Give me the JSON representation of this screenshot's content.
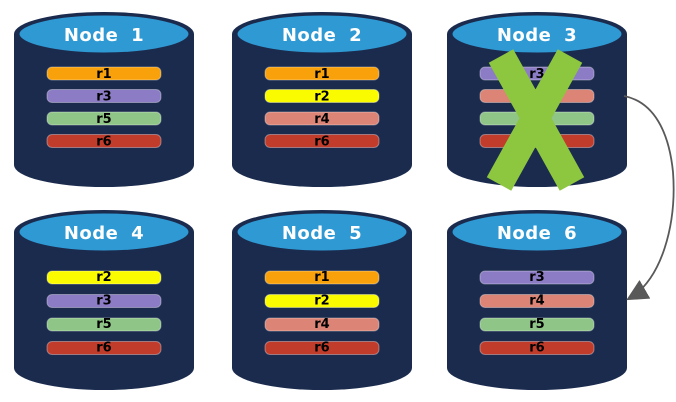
{
  "colors": {
    "background": "#FFFFFF",
    "cylinder_body": "#1B2B4E",
    "cylinder_top": "#2F99D4",
    "cylinder_top_stroke": "#1B2B4E",
    "node_title_text": "#FFFFFF",
    "bar_text": "#000000",
    "failure_x": "#8DC63F",
    "arrow": "#595959"
  },
  "partition_colors": {
    "r1": "#F9A10B",
    "r2": "#FBFB00",
    "r3": "#8C7BC5",
    "r4": "#DC8576",
    "r5": "#8FC687",
    "r6": "#C23C2B"
  },
  "nodes": [
    {
      "label": "Node 1",
      "status": "healthy",
      "partitions": [
        {
          "label": "r1",
          "color": "#F9A10B"
        },
        {
          "label": "r3",
          "color": "#8C7BC5"
        },
        {
          "label": "r5",
          "color": "#8FC687"
        },
        {
          "label": "r6",
          "color": "#C23C2B"
        }
      ]
    },
    {
      "label": "Node 2",
      "status": "healthy",
      "partitions": [
        {
          "label": "r1",
          "color": "#F9A10B"
        },
        {
          "label": "r2",
          "color": "#FBFB00"
        },
        {
          "label": "r4",
          "color": "#DC8576"
        },
        {
          "label": "r6",
          "color": "#C23C2B"
        }
      ]
    },
    {
      "label": "Node 3",
      "status": "failed",
      "partitions": [
        {
          "label": "r3",
          "color": "#8C7BC5"
        },
        {
          "label": "r4",
          "color": "#DC8576"
        },
        {
          "label": "r5",
          "color": "#8FC687"
        },
        {
          "label": "r6",
          "color": "#C23C2B"
        }
      ]
    },
    {
      "label": "Node 4",
      "status": "healthy",
      "partitions": [
        {
          "label": "r2",
          "color": "#FBFB00"
        },
        {
          "label": "r3",
          "color": "#8C7BC5"
        },
        {
          "label": "r5",
          "color": "#8FC687"
        },
        {
          "label": "r6",
          "color": "#C23C2B"
        }
      ]
    },
    {
      "label": "Node 5",
      "status": "healthy",
      "partitions": [
        {
          "label": "r1",
          "color": "#F9A10B"
        },
        {
          "label": "r2",
          "color": "#FBFB00"
        },
        {
          "label": "r4",
          "color": "#DC8576"
        },
        {
          "label": "r6",
          "color": "#C23C2B"
        }
      ]
    },
    {
      "label": "Node 6",
      "status": "healthy",
      "partitions": [
        {
          "label": "r3",
          "color": "#8C7BC5"
        },
        {
          "label": "r4",
          "color": "#DC8576"
        },
        {
          "label": "r5",
          "color": "#8FC687"
        },
        {
          "label": "r6",
          "color": "#C23C2B"
        }
      ]
    }
  ],
  "failover_arrow": {
    "from": "Node 3",
    "to": "Node 6"
  }
}
